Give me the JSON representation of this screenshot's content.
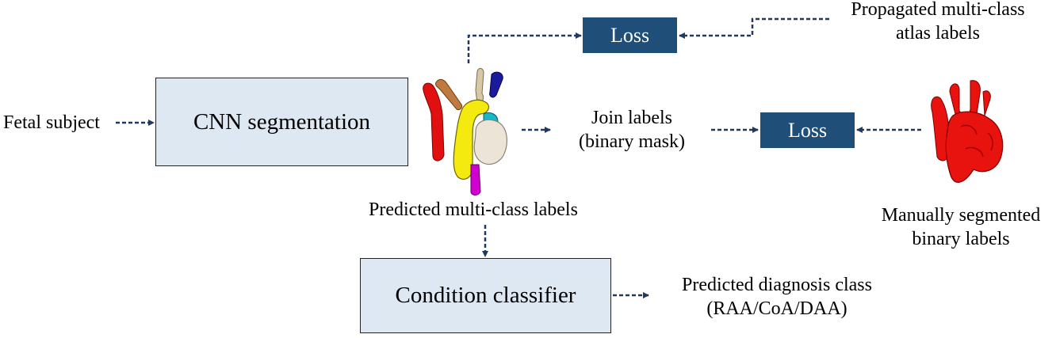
{
  "inputs": {
    "fetal_subject": "Fetal subject",
    "propagated_labels_line1": "Propagated multi-class",
    "propagated_labels_line2": "atlas labels",
    "manual_labels_line1": "Manually segmented",
    "manual_labels_line2": "binary labels"
  },
  "boxes": {
    "cnn": "CNN segmentation",
    "classifier": "Condition classifier",
    "loss_top": "Loss",
    "loss_mid": "Loss"
  },
  "labels": {
    "predicted_multiclass": "Predicted multi-class labels",
    "join_line1": "Join labels",
    "join_line2": "(binary mask)",
    "diagnosis_line1": "Predicted diagnosis class",
    "diagnosis_line2": "(RAA/CoA/DAA)"
  },
  "colors": {
    "arrow": "#1f3864",
    "box_light": "#dde8f3",
    "box_dark": "#1f4e79",
    "binary_label": "#e8120e"
  },
  "illustrations": {
    "multiclass": "multi-class-vessel-segmentation-render",
    "binary": "binary-vessel-segmentation-render"
  }
}
